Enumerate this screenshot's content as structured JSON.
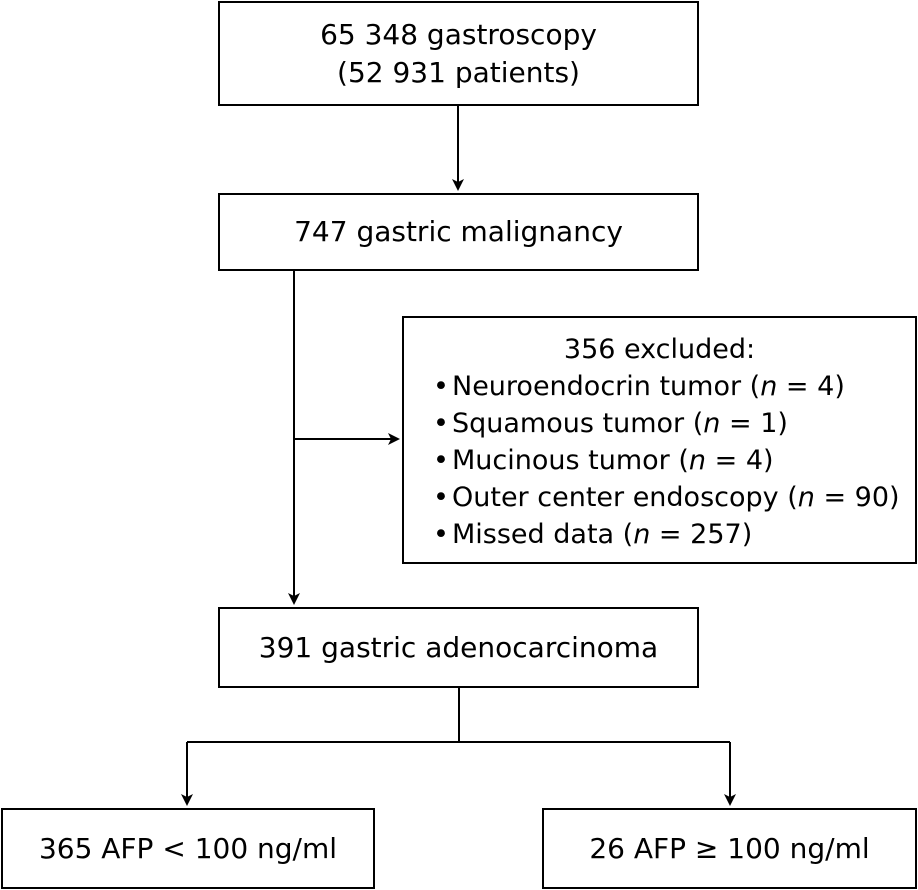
{
  "boxes": {
    "gastroscopy": {
      "line1": "65 348 gastroscopy",
      "line2": "(52 931 patients)"
    },
    "malignancy": {
      "label": "747 gastric malignancy"
    },
    "excluded": {
      "title": "356 excluded:",
      "items": [
        {
          "label": "Neuroendocrin tumor",
          "n_symbol": "n",
          "count": "4"
        },
        {
          "label": "Squamous tumor",
          "n_symbol": "n",
          "count": "1"
        },
        {
          "label": "Mucinous tumor",
          "n_symbol": "n",
          "count": "4"
        },
        {
          "label": "Outer center endoscopy",
          "n_symbol": "n",
          "count": "90"
        },
        {
          "label": "Missed data",
          "n_symbol": "n",
          "count": "257"
        }
      ]
    },
    "adenocarcinoma": {
      "label": "391 gastric adenocarcinoma"
    },
    "afp_low": {
      "label": "365 AFP < 100 ng/ml"
    },
    "afp_high": {
      "label": "26 AFP ≥ 100 ng/ml"
    }
  },
  "bullet_char": "•",
  "colors": {
    "stroke": "#000000",
    "background": "#ffffff",
    "text": "#000000"
  }
}
